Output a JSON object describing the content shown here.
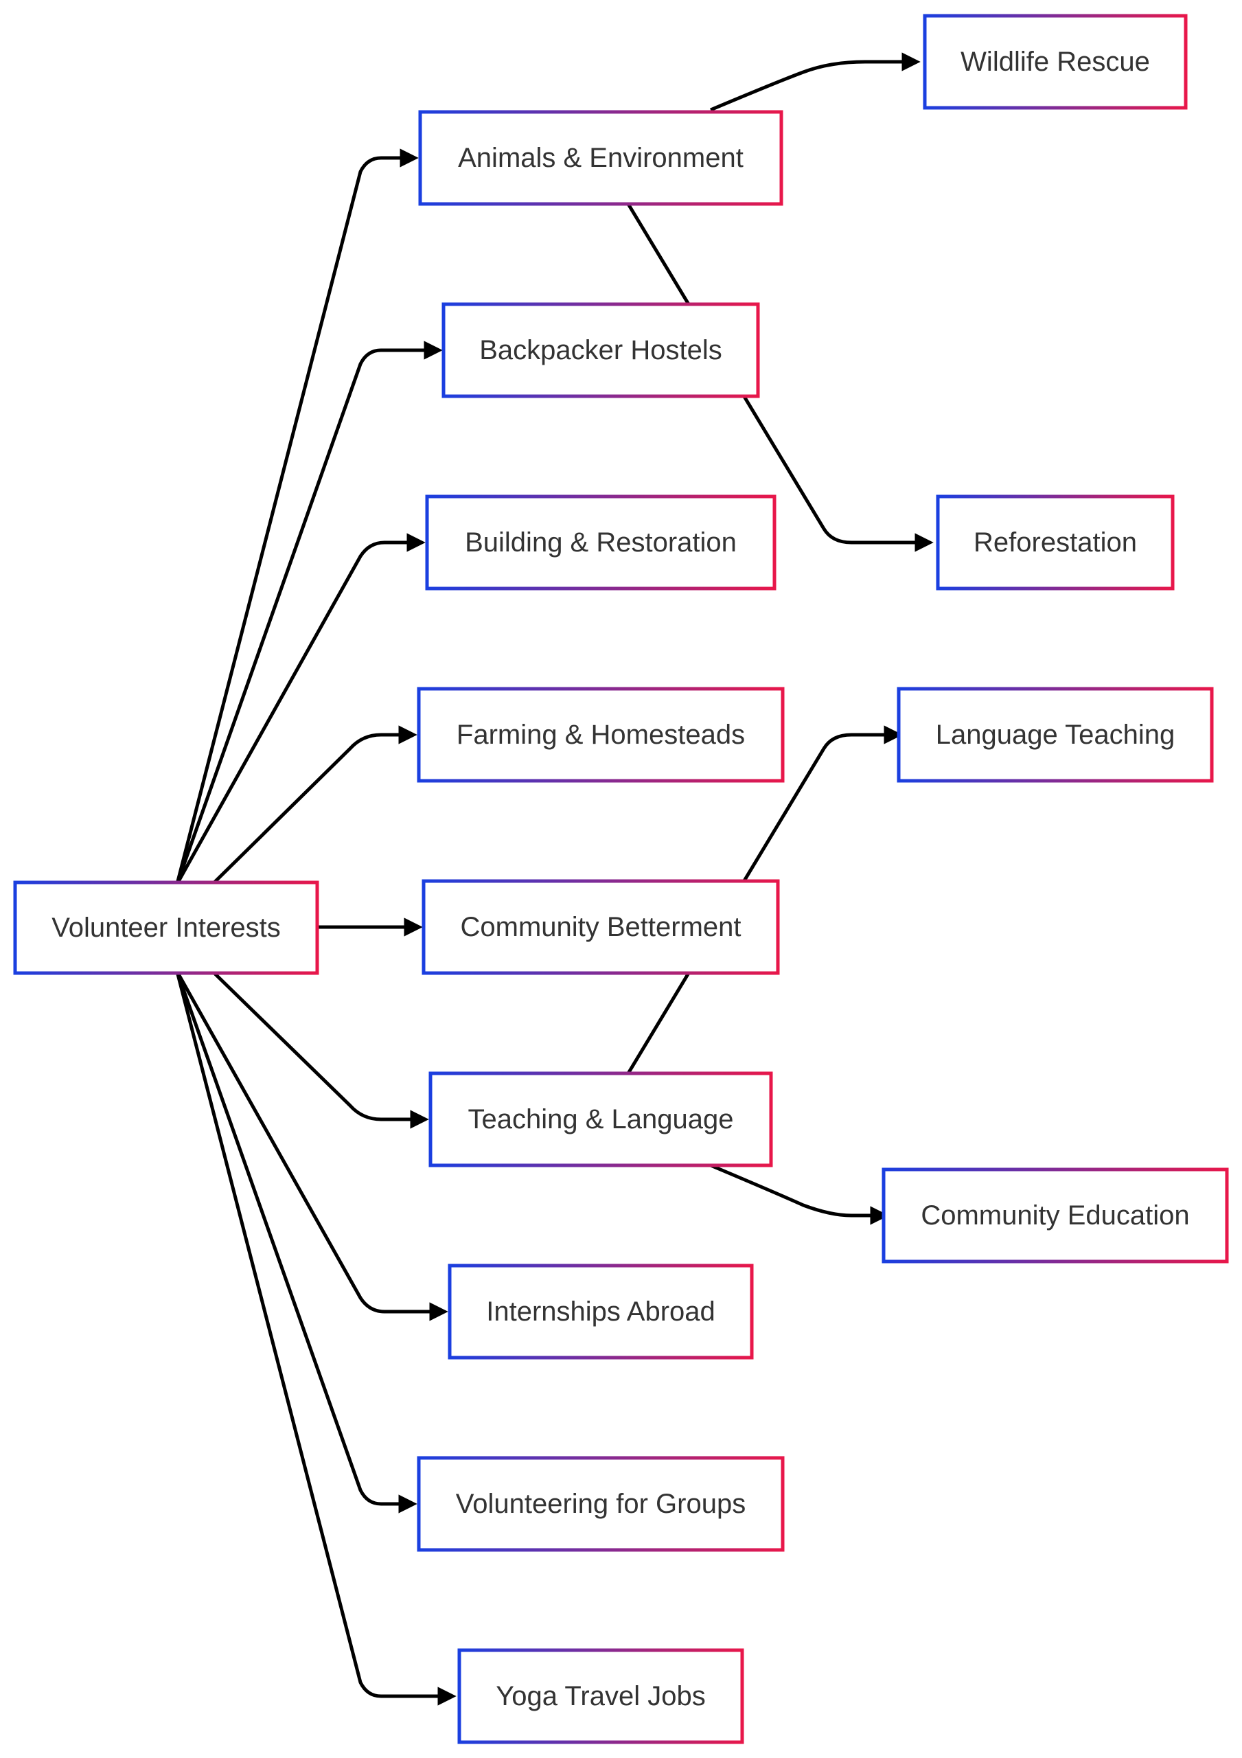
{
  "colors": {
    "border_start": "#1a3fe0",
    "border_end": "#e8174a",
    "edge": "#000000",
    "text": "#333333",
    "background": "#ffffff"
  },
  "nodes": {
    "root": "Volunteer Interests",
    "animals": "Animals & Environment",
    "hostels": "Backpacker Hostels",
    "building": "Building & Restoration",
    "farming": "Farming & Homesteads",
    "community": "Community Betterment",
    "teaching": "Teaching & Language",
    "internships": "Internships Abroad",
    "groups": "Volunteering for Groups",
    "yoga": "Yoga Travel Jobs",
    "wildlife": "Wildlife Rescue",
    "reforestation": "Reforestation",
    "language_teaching": "Language Teaching",
    "community_education": "Community Education"
  },
  "edges": [
    {
      "from": "root",
      "to": "animals"
    },
    {
      "from": "root",
      "to": "hostels"
    },
    {
      "from": "root",
      "to": "building"
    },
    {
      "from": "root",
      "to": "farming"
    },
    {
      "from": "root",
      "to": "community"
    },
    {
      "from": "root",
      "to": "teaching"
    },
    {
      "from": "root",
      "to": "internships"
    },
    {
      "from": "root",
      "to": "groups"
    },
    {
      "from": "root",
      "to": "yoga"
    },
    {
      "from": "animals",
      "to": "wildlife"
    },
    {
      "from": "animals",
      "to": "reforestation"
    },
    {
      "from": "teaching",
      "to": "language_teaching"
    },
    {
      "from": "teaching",
      "to": "community_education"
    }
  ]
}
